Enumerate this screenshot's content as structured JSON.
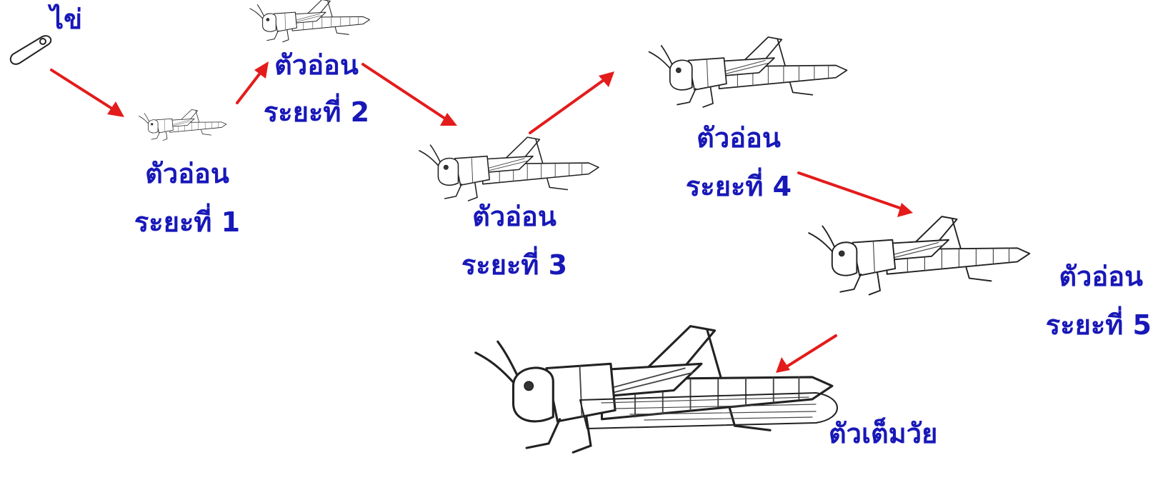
{
  "stages": {
    "egg": "ไข่",
    "nymph1": {
      "name": "ตัวอ่อน",
      "instar": "ระยะที่ 1"
    },
    "nymph2": {
      "name": "ตัวอ่อน",
      "instar": "ระยะที่ 2"
    },
    "nymph3": {
      "name": "ตัวอ่อน",
      "instar": "ระยะที่ 3"
    },
    "nymph4": {
      "name": "ตัวอ่อน",
      "instar": "ระยะที่ 4"
    },
    "nymph5": {
      "name": "ตัวอ่อน",
      "instar": "ระยะที่ 5"
    },
    "adult": "ตัวเต็มวัย"
  },
  "colors": {
    "label": "#1818b8",
    "arrow": "#e41b1b",
    "ink": "#222222"
  },
  "icons": [
    "grasshopper-egg-icon",
    "grasshopper-nymph-icon",
    "grasshopper-adult-icon",
    "red-arrow-icon"
  ]
}
